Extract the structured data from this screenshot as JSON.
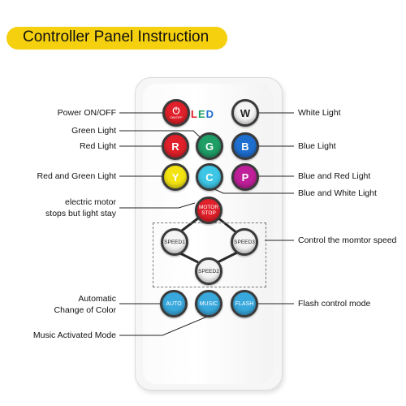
{
  "title": "Controller Panel Instruction",
  "led_text": {
    "l": "L",
    "e": "E",
    "d": "D"
  },
  "colors": {
    "title_bg": "#f5d00f",
    "red": "#e0202a",
    "green": "#1f9e66",
    "blue": "#1f6fd0",
    "yellow": "#f3e312",
    "cyan": "#3ec6e6",
    "purple": "#c01f9a",
    "light_blue": "#39a9dd"
  },
  "buttons": {
    "power": {
      "icon": "power-icon",
      "sublabel": "ON/OFF"
    },
    "white": "W",
    "green": "G",
    "red": "R",
    "blue": "B",
    "yellow": "Y",
    "cyan": "C",
    "purple": "P",
    "motor_stop": "MOTOR STOP",
    "speed1": "SPEED1",
    "speed2": "SPEED2",
    "speed3": "SPEED3",
    "auto": "AUTO",
    "music": "MUSIC",
    "flash": "FLASH"
  },
  "labels": {
    "power": "Power ON/OFF",
    "green_light": "Green Light",
    "red_light": "Red Light",
    "red_green": "Red and Green Light",
    "motor_line1": "electric motor",
    "motor_line2": "stops but light stay",
    "auto_line1": "Automatic",
    "auto_line2": "Change of Color",
    "music_mode": "Music Activated Mode",
    "white_light": "White Light",
    "blue_light": "Blue Light",
    "blue_red": "Blue and Red Light",
    "blue_white": "Blue and White Light",
    "motor_speed": "Control the momtor speed",
    "flash_mode": "Flash control mode"
  }
}
